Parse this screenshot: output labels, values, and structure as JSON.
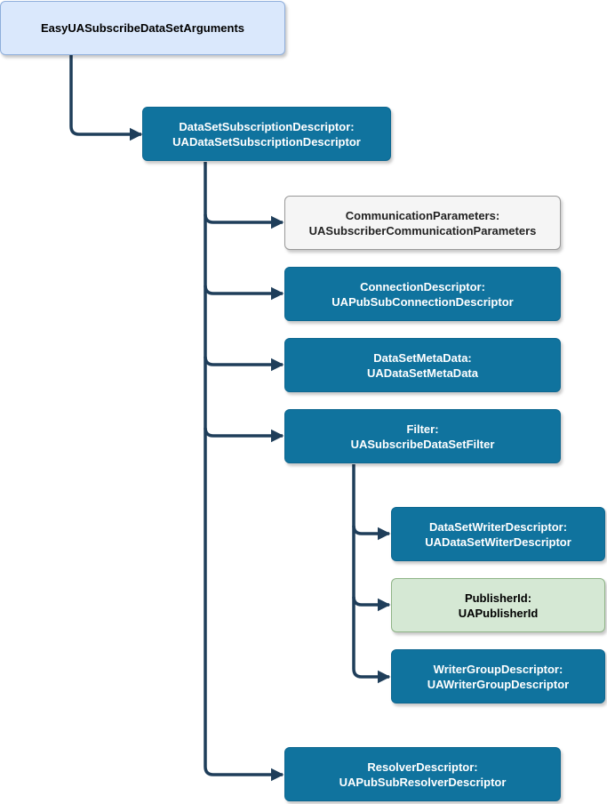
{
  "colors": {
    "connector": "#1f3e5a",
    "node_blue": "#10739e",
    "node_root": "#dae8fc",
    "node_gray": "#f5f5f5",
    "node_green": "#d5e8d4"
  },
  "nodes": {
    "root": {
      "line1": "EasyUASubscribeDataSetArguments"
    },
    "subscription_descriptor": {
      "line1": "DataSetSubscriptionDescriptor:",
      "line2": "UADataSetSubscriptionDescriptor"
    },
    "communication_parameters": {
      "line1": "CommunicationParameters:",
      "line2": "UASubscriberCommunicationParameters"
    },
    "connection_descriptor": {
      "line1": "ConnectionDescriptor:",
      "line2": "UAPubSubConnectionDescriptor"
    },
    "dataset_metadata": {
      "line1": "DataSetMetaData:",
      "line2": "UADataSetMetaData"
    },
    "filter": {
      "line1": "Filter:",
      "line2": "UASubscribeDataSetFilter"
    },
    "dataset_writer_descriptor": {
      "line1": "DataSetWriterDescriptor:",
      "line2": "UADataSetWiterDescriptor"
    },
    "publisher_id": {
      "line1": "PublisherId:",
      "line2": "UAPublisherId"
    },
    "writer_group_descriptor": {
      "line1": "WriterGroupDescriptor:",
      "line2": "UAWriterGroupDescriptor"
    },
    "resolver_descriptor": {
      "line1": "ResolverDescriptor:",
      "line2": "UAPubSubResolverDescriptor"
    }
  }
}
